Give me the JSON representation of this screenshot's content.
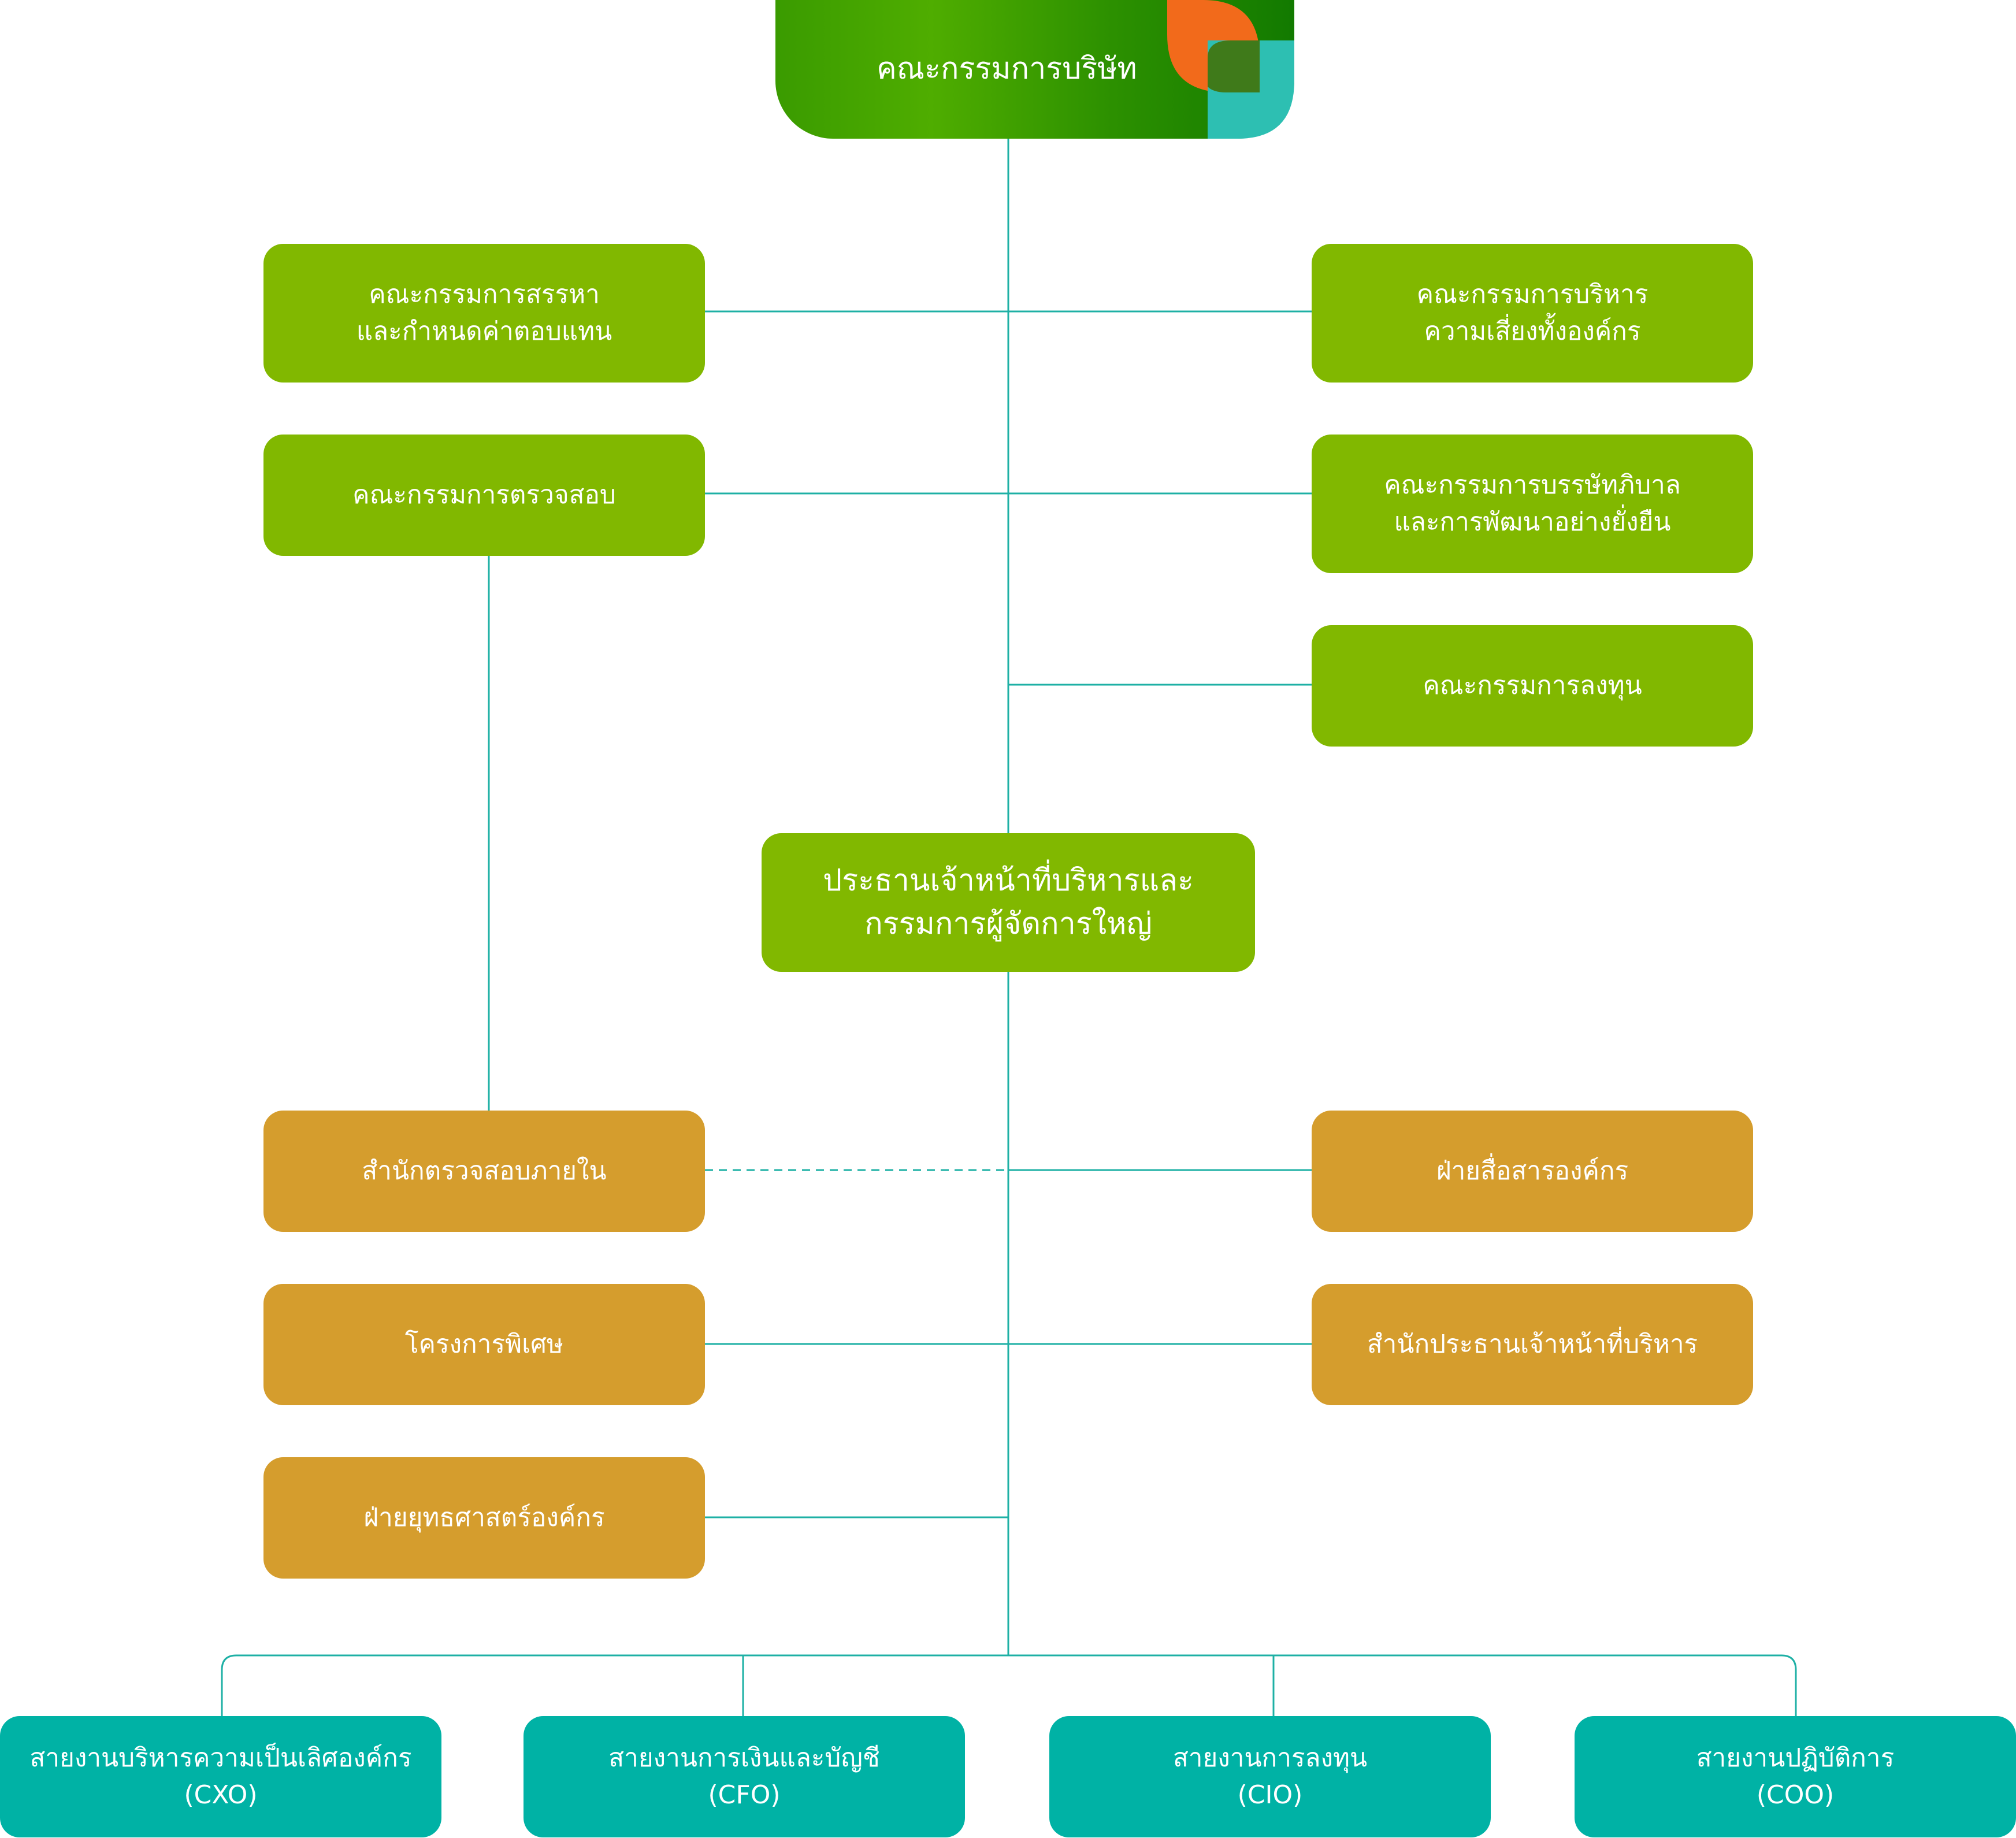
{
  "colors": {
    "connector": "#1eb0a5",
    "committee": "#81b800",
    "office": "#d59d2d",
    "division": "#00b2a5",
    "board_gradient": [
      "#3a9b00",
      "#127a00"
    ],
    "logo_orange": "#f26a1b",
    "logo_teal": "#2dbfb2"
  },
  "board": {
    "title": "คณะกรรมการบริษัท",
    "logo_icon": "leaf-logo-icon"
  },
  "committees": {
    "nomination": [
      "คณะกรรมการสรรหา",
      "และกำหนดค่าตอบแทน"
    ],
    "risk": [
      "คณะกรรมการบริหาร",
      "ความเสี่ยงทั้งองค์กร"
    ],
    "audit": [
      "คณะกรรมการตรวจสอบ"
    ],
    "governance": [
      "คณะกรรมการบรรษัทภิบาล",
      "และการพัฒนาอย่างยั่งยืน"
    ],
    "investment": [
      "คณะกรรมการลงทุน"
    ]
  },
  "ceo": [
    "ประธานเจ้าหน้าที่บริหารและ",
    "กรรมการผู้จัดการใหญ่"
  ],
  "offices": {
    "internal_audit": "สำนักตรวจสอบภายใน",
    "special_projects": "โครงการพิเศษ",
    "strategy": "ฝ่ายยุทธศาสตร์องค์กร",
    "corporate_communications": "ฝ่ายสื่อสารองค์กร",
    "ceo_office": "สำนักประธานเจ้าหน้าที่บริหาร"
  },
  "divisions": [
    {
      "name": "สายงานบริหารความเป็นเลิศองค์กร",
      "code": "(CXO)"
    },
    {
      "name": "สายงานการเงินและบัญชี",
      "code": "(CFO)"
    },
    {
      "name": "สายงานการลงทุน",
      "code": "(CIO)"
    },
    {
      "name": "สายงานปฏิบัติการ",
      "code": "(COO)"
    }
  ]
}
